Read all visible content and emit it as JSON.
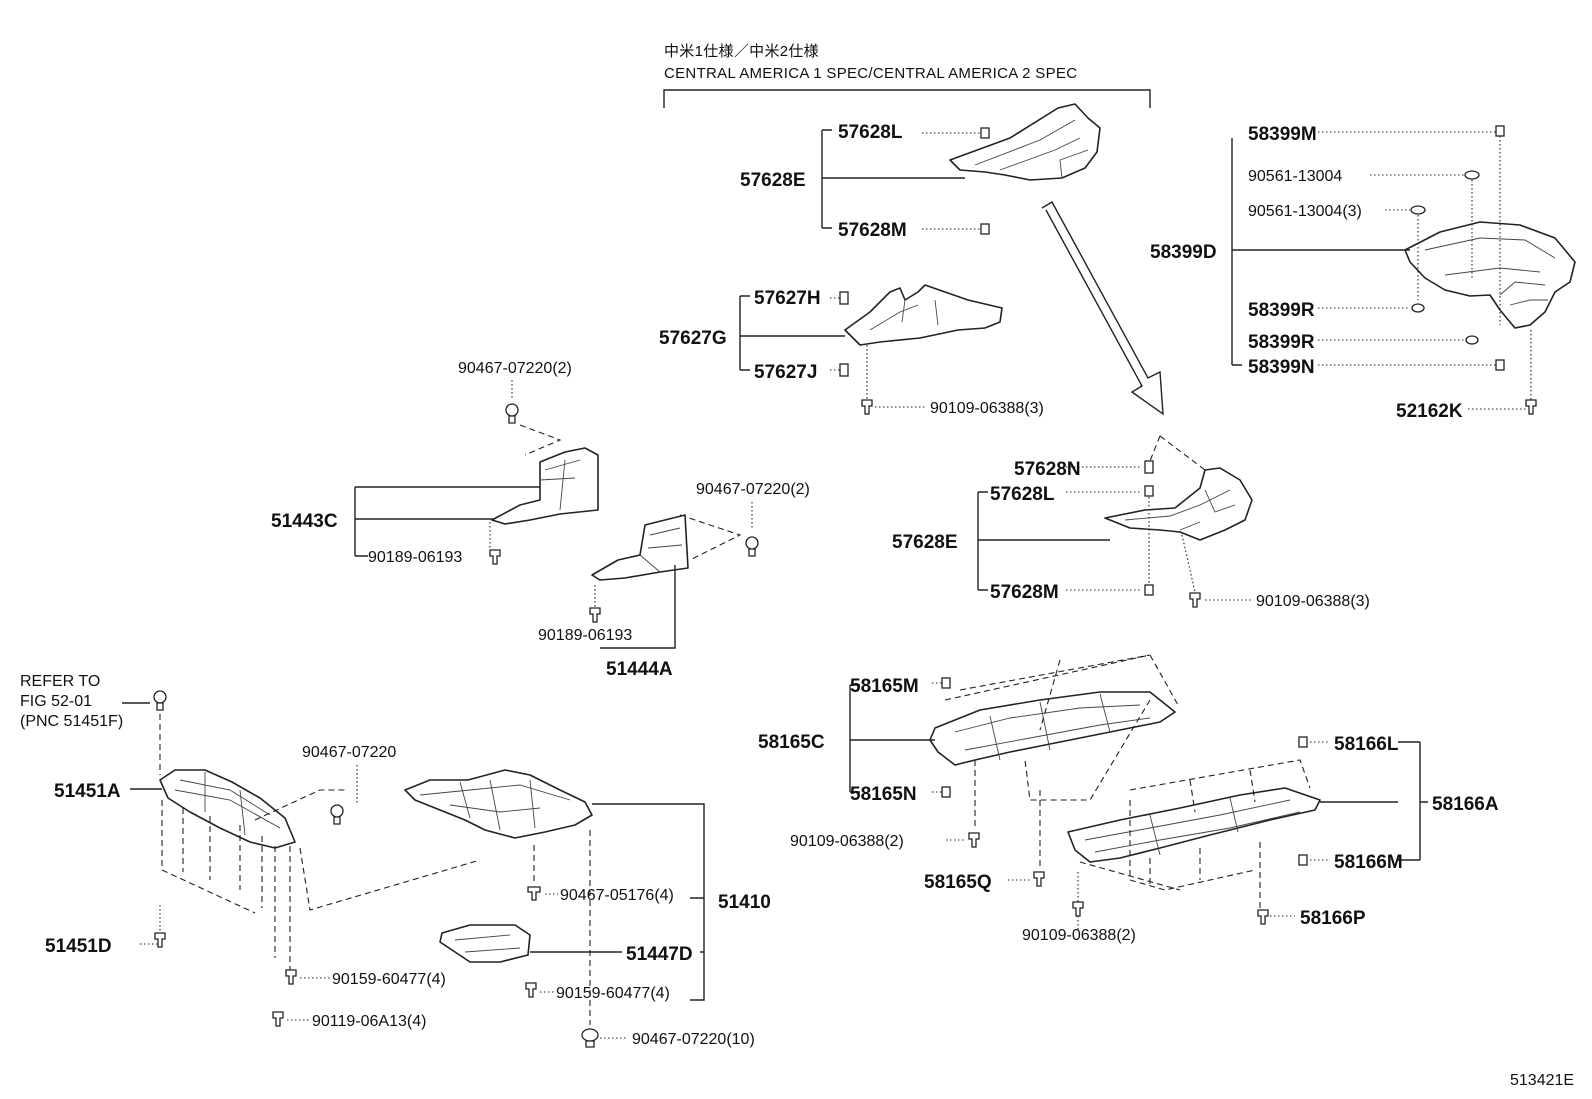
{
  "header": {
    "spec_jp": "中米1仕様／中米2仕様",
    "spec_en": "CENTRAL AMERICA 1 SPEC/CENTRAL AMERICA 2 SPEC"
  },
  "labels": {
    "p57628L_a": "57628L",
    "p57628E_a": "57628E",
    "p57628M_a": "57628M",
    "p57627H": "57627H",
    "p57627G": "57627G",
    "p57627J": "57627J",
    "p90109_06388_3_a": "90109-06388(3)",
    "p58399M": "58399M",
    "p90561_13004": "90561-13004",
    "p90561_13004_3": "90561-13004(3)",
    "p58399D": "58399D",
    "p58399R_a": "58399R",
    "p58399R_b": "58399R",
    "p58399N": "58399N",
    "p52162K": "52162K",
    "p90467_07220_2_a": "90467-07220(2)",
    "p51443C": "51443C",
    "p90189_06193_a": "90189-06193",
    "p90467_07220_2_b": "90467-07220(2)",
    "p90189_06193_b": "90189-06193",
    "p51444A": "51444A",
    "p57628N": "57628N",
    "p57628L_b": "57628L",
    "p57628E_b": "57628E",
    "p57628M_b": "57628M",
    "p90109_06388_3_b": "90109-06388(3)",
    "refer_1": "REFER TO",
    "refer_2": "FIG 52-01",
    "refer_3": "(PNC 51451F)",
    "p51451A": "51451A",
    "p90467_07220": "90467-07220",
    "p90467_05176_4": "90467-05176(4)",
    "p51410": "51410",
    "p51447D": "51447D",
    "p51451D": "51451D",
    "p90159_60477_4_a": "90159-60477(4)",
    "p90159_60477_4_b": "90159-60477(4)",
    "p90119_06A13_4": "90119-06A13(4)",
    "p90467_07220_10": "90467-07220(10)",
    "p58165M": "58165M",
    "p58165C": "58165C",
    "p58165N": "58165N",
    "p90109_06388_2_a": "90109-06388(2)",
    "p58165Q": "58165Q",
    "p58166L": "58166L",
    "p58166A": "58166A",
    "p58166M": "58166M",
    "p58166P": "58166P",
    "p90109_06388_2_b": "90109-06388(2)",
    "figure_code": "513421E"
  }
}
